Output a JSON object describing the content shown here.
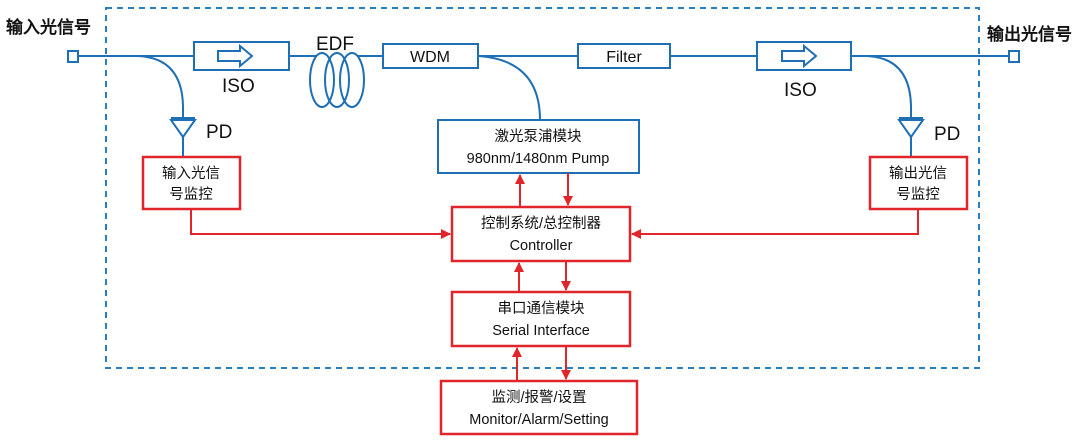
{
  "input_label": "输入光信号",
  "output_label": "输出光信号",
  "optical_path": {
    "iso_left": "ISO",
    "edf": "EDF",
    "wdm": "WDM",
    "filter": "Filter",
    "iso_right": "ISO",
    "pd_left": "PD",
    "pd_right": "PD"
  },
  "pump": {
    "line1": "激光泵浦模块",
    "line2": "980nm/1480nm Pump"
  },
  "input_monitor": {
    "line1": "输入光信",
    "line2": "号监控"
  },
  "output_monitor": {
    "line1": "输出光信",
    "line2": "号监控"
  },
  "controller": {
    "line1": "控制系统/总控制器",
    "line2": "Controller"
  },
  "serial": {
    "line1": "串口通信模块",
    "line2": "Serial Interface"
  },
  "monitor_alarm": {
    "line1": "监测/报警/设置",
    "line2": "Monitor/Alarm/Setting"
  },
  "colors": {
    "optical": "#1f6fb5",
    "control": "#e0262a",
    "boundary": "#2a7fc1"
  }
}
